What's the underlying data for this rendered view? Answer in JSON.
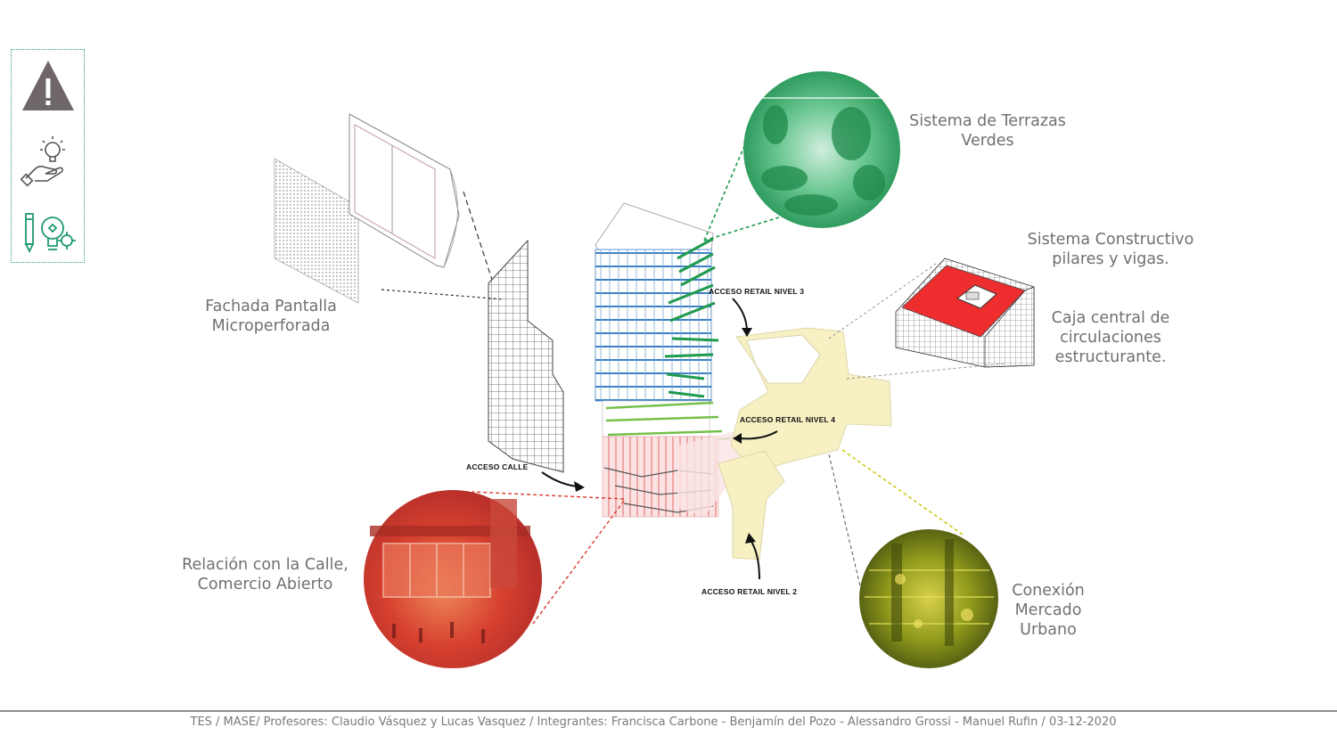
{
  "sidebar": {
    "icons": [
      {
        "name": "warning-icon",
        "color": "#6f6767"
      },
      {
        "name": "idea-hand-icon",
        "color": "#555555"
      },
      {
        "name": "creative-process-icon",
        "color": "#1f9a6e"
      }
    ]
  },
  "labels": {
    "facade": "Fachada Pantalla\nMicroperforada",
    "terraces": "Sistema de Terrazas\nVerdes",
    "construction": "Sistema Constructivo\npilares y vigas.",
    "core": "Caja central de\ncirculaciones\nestructurante.",
    "street": "Relación con la Calle,\nComercio Abierto",
    "market": "Conexión\nMercado\nUrbano"
  },
  "callouts": {
    "retail3": "ACCESO RETAIL NIVEL 3",
    "retail4": "ACCESO RETAIL NIVEL 4",
    "calle": "ACCESO CALLE",
    "retail2": "ACCESO RETAIL NIVEL 2"
  },
  "colors": {
    "green": "#1f9a4e",
    "red": "#d93a2e",
    "yellow": "#c8c400",
    "retail_plate": "#f6f0c2",
    "core_red": "#ee2e2e",
    "tower_blue": "#3b7fc4"
  },
  "footer": "TES / MASE/ Profesores: Claudio Vásquez y Lucas Vasquez / Integrantes: Francisca Carbone - Benjamín del Pozo -  Alessandro Grossi -  Manuel Rufin / 03-12-2020"
}
